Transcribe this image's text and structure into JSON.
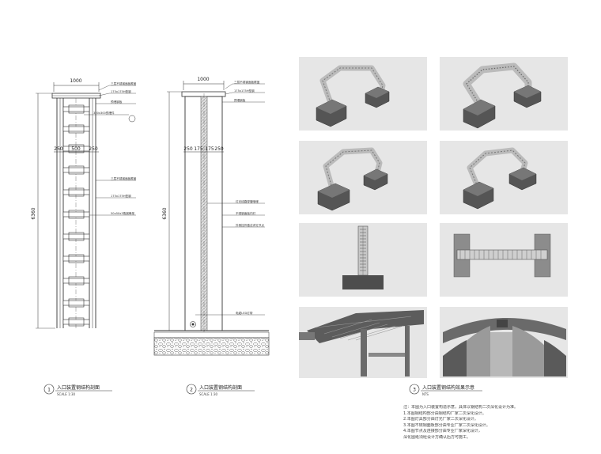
{
  "drawing1": {
    "width_dim": "1000",
    "height_dim": "6360",
    "sub_dims": [
      "250",
      "500",
      "250"
    ],
    "callouts": [
      "三层不锈钢面板覆盖",
      "175x175H型钢",
      "预埋钢板",
      "300x300预埋件",
      "三层不锈钢面板覆盖",
      "175x175H型钢",
      "50x50x3角钢骨架"
    ],
    "number": "1",
    "title": "入口装置钢结构剖面",
    "scale": "SCALE 1:30"
  },
  "drawing2": {
    "width_dim": "1000",
    "height_dim": "6360",
    "sub_dims": [
      "250",
      "175",
      "175",
      "250"
    ],
    "callouts": [
      "三层不锈钢面板覆盖",
      "175x175H型钢",
      "预埋钢板",
      "灯光线路穿管暗埋",
      "不锈钢面板内衬",
      "外侧挂件做法详见节点",
      "电缆LED灯带"
    ],
    "number": "2",
    "title": "入口装置钢结构剖面",
    "scale": "SCALE 1:30"
  },
  "drawing3": {
    "number": "3",
    "title": "入口装置钢结构效果示意",
    "scale": "NTS"
  },
  "notes": [
    "注：本图为入口装置构造示意，具体以钢结构二次深化设计为准。",
    "1.本图钢结构部分由钢结构厂家二次深化设计。",
    "2.本图灯具部分由灯光厂家二次深化设计。",
    "3.本图不锈钢面板部分由专业厂家二次深化设计。",
    "4.本图节点及连接部分由专业厂家深化设计，",
    "深化图纸须经设计方确认后方可施工。"
  ],
  "colors": {
    "line": "#333333",
    "render_bg": "#e6e6e6",
    "steel": "#c2c2c2",
    "base": "#5a5a5a"
  }
}
